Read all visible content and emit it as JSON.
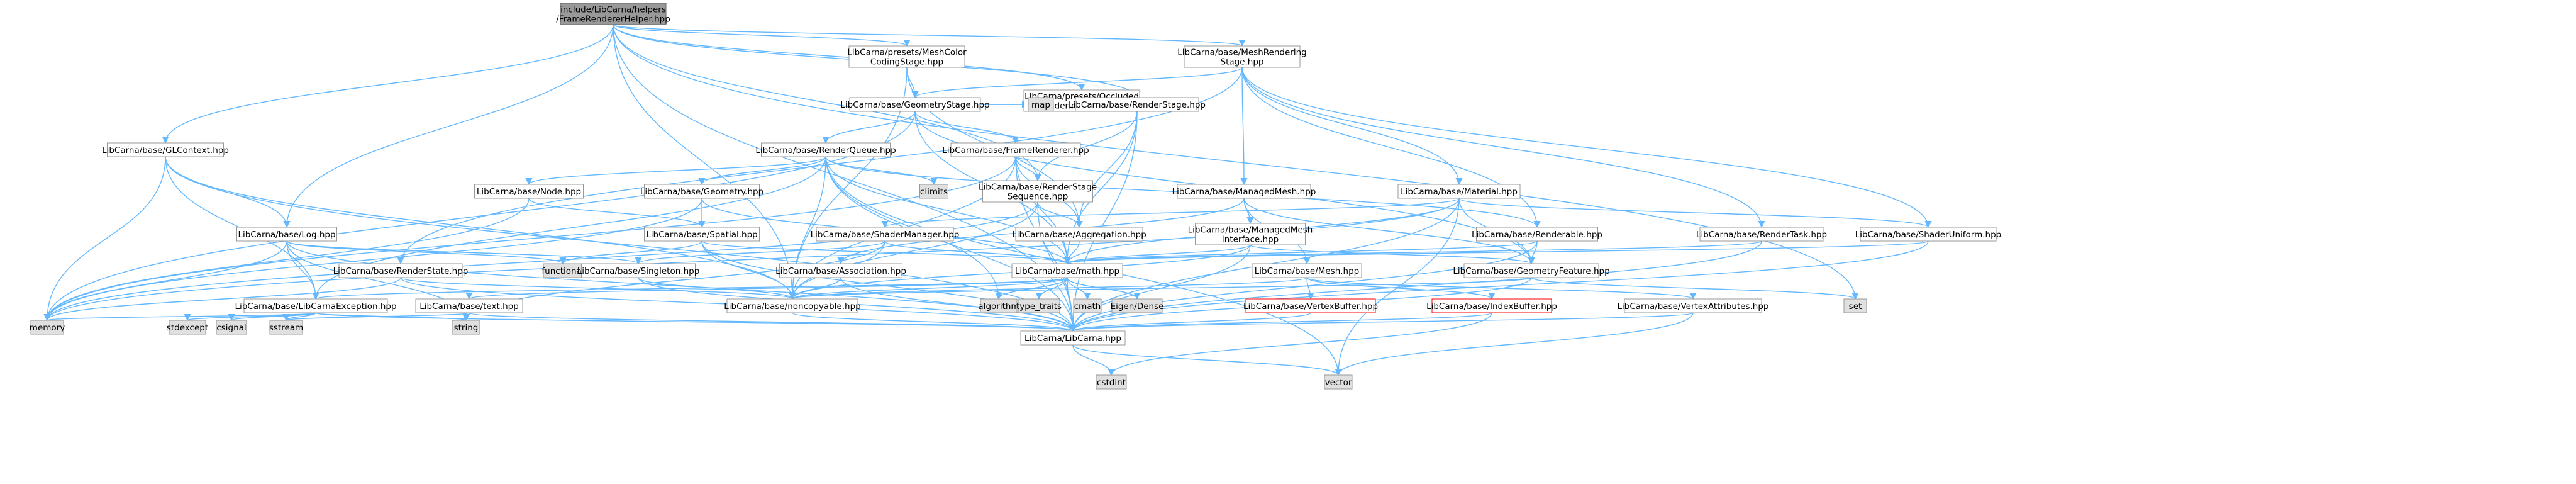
{
  "colors": {
    "edge": "#63b8ff",
    "box_border": "#999999",
    "root_fill": "#999999",
    "system_fill": "#e0e0e0",
    "red_border": "#ff0000"
  },
  "nodes": [
    {
      "id": "root",
      "kind": "root",
      "lines": [
        "include/LibCarna/helpers",
        "/FrameRendererHelper.hpp"
      ]
    },
    {
      "id": "presets_meshcolor",
      "kind": "inc",
      "lines": [
        "LibCarna/presets/MeshColor",
        "CodingStage.hpp"
      ]
    },
    {
      "id": "base_meshrendering",
      "kind": "inc",
      "lines": [
        "LibCarna/base/MeshRendering",
        "Stage.hpp"
      ]
    },
    {
      "id": "presets_occluded",
      "kind": "inc",
      "lines": [
        "LibCarna/presets/Occluded",
        "RenderingStage.hpp"
      ]
    },
    {
      "id": "geometrystage",
      "kind": "inc",
      "lines": [
        "LibCarna/base/GeometryStage.hpp"
      ]
    },
    {
      "id": "glcontext",
      "kind": "inc",
      "lines": [
        "LibCarna/base/GLContext.hpp"
      ]
    },
    {
      "id": "renderqueue",
      "kind": "inc",
      "lines": [
        "LibCarna/base/RenderQueue.hpp"
      ]
    },
    {
      "id": "framerenderer",
      "kind": "inc",
      "lines": [
        "LibCarna/base/FrameRenderer.hpp"
      ]
    },
    {
      "id": "renderstage",
      "kind": "inc",
      "lines": [
        "LibCarna/base/RenderStage.hpp"
      ]
    },
    {
      "id": "map",
      "kind": "sys",
      "lines": [
        "map"
      ]
    },
    {
      "id": "node",
      "kind": "inc",
      "lines": [
        "LibCarna/base/Node.hpp"
      ]
    },
    {
      "id": "geometry",
      "kind": "inc",
      "lines": [
        "LibCarna/base/Geometry.hpp"
      ]
    },
    {
      "id": "climits",
      "kind": "sys",
      "lines": [
        "climits"
      ]
    },
    {
      "id": "renderstageseq",
      "kind": "inc",
      "lines": [
        "LibCarna/base/RenderStage",
        "Sequence.hpp"
      ]
    },
    {
      "id": "managedmesh",
      "kind": "inc",
      "lines": [
        "LibCarna/base/ManagedMesh.hpp"
      ]
    },
    {
      "id": "material",
      "kind": "inc",
      "lines": [
        "LibCarna/base/Material.hpp"
      ]
    },
    {
      "id": "log",
      "kind": "inc",
      "lines": [
        "LibCarna/base/Log.hpp"
      ]
    },
    {
      "id": "spatial",
      "kind": "inc",
      "lines": [
        "LibCarna/base/Spatial.hpp"
      ]
    },
    {
      "id": "shadermanager",
      "kind": "inc",
      "lines": [
        "LibCarna/base/ShaderManager.hpp"
      ]
    },
    {
      "id": "aggregation",
      "kind": "inc",
      "lines": [
        "LibCarna/base/Aggregation.hpp"
      ]
    },
    {
      "id": "managedmeshiface",
      "kind": "inc",
      "lines": [
        "LibCarna/base/ManagedMesh",
        "Interface.hpp"
      ]
    },
    {
      "id": "renderable",
      "kind": "inc",
      "lines": [
        "LibCarna/base/Renderable.hpp"
      ]
    },
    {
      "id": "rendertask",
      "kind": "inc",
      "lines": [
        "LibCarna/base/RenderTask.hpp"
      ]
    },
    {
      "id": "shaderuniform",
      "kind": "inc",
      "lines": [
        "LibCarna/base/ShaderUniform.hpp"
      ]
    },
    {
      "id": "functional",
      "kind": "sys",
      "lines": [
        "functional"
      ]
    },
    {
      "id": "renderstate",
      "kind": "inc",
      "lines": [
        "LibCarna/base/RenderState.hpp"
      ]
    },
    {
      "id": "singleton",
      "kind": "inc",
      "lines": [
        "LibCarna/base/Singleton.hpp"
      ]
    },
    {
      "id": "association",
      "kind": "inc",
      "lines": [
        "LibCarna/base/Association.hpp"
      ]
    },
    {
      "id": "math",
      "kind": "inc",
      "lines": [
        "LibCarna/base/math.hpp"
      ]
    },
    {
      "id": "mesh",
      "kind": "inc",
      "lines": [
        "LibCarna/base/Mesh.hpp"
      ]
    },
    {
      "id": "geometryfeature",
      "kind": "inc",
      "lines": [
        "LibCarna/base/GeometryFeature.hpp"
      ]
    },
    {
      "id": "lcexception",
      "kind": "inc",
      "lines": [
        "LibCarna/base/LibCarnaException.hpp"
      ]
    },
    {
      "id": "text",
      "kind": "inc",
      "lines": [
        "LibCarna/base/text.hpp"
      ]
    },
    {
      "id": "noncopyable",
      "kind": "inc",
      "lines": [
        "LibCarna/base/noncopyable.hpp"
      ]
    },
    {
      "id": "algorithm",
      "kind": "sys",
      "lines": [
        "algorithm"
      ]
    },
    {
      "id": "type_traits",
      "kind": "sys",
      "lines": [
        "type_traits"
      ]
    },
    {
      "id": "cmath",
      "kind": "sys",
      "lines": [
        "cmath"
      ]
    },
    {
      "id": "eigen",
      "kind": "sys",
      "lines": [
        "Eigen/Dense"
      ]
    },
    {
      "id": "vertexbuffer",
      "kind": "red",
      "lines": [
        "LibCarna/base/VertexBuffer.hpp"
      ]
    },
    {
      "id": "indexbuffer",
      "kind": "red",
      "lines": [
        "LibCarna/base/IndexBuffer.hpp"
      ]
    },
    {
      "id": "vertexattributes",
      "kind": "inc",
      "lines": [
        "LibCarna/base/VertexAttributes.hpp"
      ]
    },
    {
      "id": "set",
      "kind": "sys",
      "lines": [
        "set"
      ]
    },
    {
      "id": "stdexcept",
      "kind": "sys",
      "lines": [
        "stdexcept"
      ]
    },
    {
      "id": "csignal",
      "kind": "sys",
      "lines": [
        "csignal"
      ]
    },
    {
      "id": "sstream",
      "kind": "sys",
      "lines": [
        "sstream"
      ]
    },
    {
      "id": "memory",
      "kind": "sys",
      "lines": [
        "memory"
      ]
    },
    {
      "id": "string",
      "kind": "sys",
      "lines": [
        "string"
      ]
    },
    {
      "id": "libcarna",
      "kind": "inc",
      "lines": [
        "LibCarna/LibCarna.hpp"
      ]
    },
    {
      "id": "cstdint",
      "kind": "sys",
      "lines": [
        "cstdint"
      ]
    },
    {
      "id": "vector",
      "kind": "sys",
      "lines": [
        "vector"
      ]
    }
  ],
  "edges": [
    [
      "root",
      "presets_meshcolor"
    ],
    [
      "root",
      "base_meshrendering"
    ],
    [
      "root",
      "presets_occluded"
    ],
    [
      "root",
      "renderstage"
    ],
    [
      "root",
      "glcontext"
    ],
    [
      "root",
      "log"
    ],
    [
      "root",
      "renderstageseq"
    ],
    [
      "root",
      "libcarna"
    ],
    [
      "root",
      "set"
    ],
    [
      "root",
      "noncopyable"
    ],
    [
      "presets_meshcolor",
      "geometrystage"
    ],
    [
      "presets_meshcolor",
      "aggregation"
    ],
    [
      "presets_meshcolor",
      "noncopyable"
    ],
    [
      "base_meshrendering",
      "geometrystage"
    ],
    [
      "base_meshrendering",
      "managedmesh"
    ],
    [
      "base_meshrendering",
      "material"
    ],
    [
      "base_meshrendering",
      "renderable"
    ],
    [
      "base_meshrendering",
      "rendertask"
    ],
    [
      "base_meshrendering",
      "shaderuniform"
    ],
    [
      "base_meshrendering",
      "renderstate"
    ],
    [
      "presets_occluded",
      "renderstage"
    ],
    [
      "geometrystage",
      "renderqueue"
    ],
    [
      "geometrystage",
      "framerenderer"
    ],
    [
      "geometrystage",
      "renderstage"
    ],
    [
      "geometrystage",
      "map"
    ],
    [
      "geometrystage",
      "math"
    ],
    [
      "geometrystage",
      "memory"
    ],
    [
      "geometrystage",
      "geometryfeature"
    ],
    [
      "glcontext",
      "log"
    ],
    [
      "glcontext",
      "lcexception"
    ],
    [
      "glcontext",
      "memory"
    ],
    [
      "glcontext",
      "noncopyable"
    ],
    [
      "glcontext",
      "libcarna"
    ],
    [
      "renderqueue",
      "node"
    ],
    [
      "renderqueue",
      "geometry"
    ],
    [
      "renderqueue",
      "climits"
    ],
    [
      "renderqueue",
      "math"
    ],
    [
      "renderqueue",
      "renderable"
    ],
    [
      "renderqueue",
      "lcexception"
    ],
    [
      "renderqueue",
      "noncopyable"
    ],
    [
      "renderqueue",
      "vector"
    ],
    [
      "renderqueue",
      "algorithm"
    ],
    [
      "renderqueue",
      "libcarna"
    ],
    [
      "framerenderer",
      "renderstageseq"
    ],
    [
      "framerenderer",
      "aggregation"
    ],
    [
      "framerenderer",
      "math"
    ],
    [
      "framerenderer",
      "libcarna"
    ],
    [
      "framerenderer",
      "noncopyable"
    ],
    [
      "framerenderer",
      "memory"
    ],
    [
      "renderstage",
      "renderstageseq"
    ],
    [
      "renderstage",
      "aggregation"
    ],
    [
      "renderstage",
      "math"
    ],
    [
      "renderstage",
      "libcarna"
    ],
    [
      "node",
      "spatial"
    ],
    [
      "node",
      "memory"
    ],
    [
      "geometry",
      "spatial"
    ],
    [
      "geometry",
      "memory"
    ],
    [
      "geometry",
      "math"
    ],
    [
      "renderstageseq",
      "aggregation"
    ],
    [
      "renderstageseq",
      "noncopyable"
    ],
    [
      "renderstageseq",
      "libcarna"
    ],
    [
      "renderstageseq",
      "memory"
    ],
    [
      "managedmesh",
      "managedmeshiface"
    ],
    [
      "managedmesh",
      "mesh"
    ],
    [
      "managedmesh",
      "geometryfeature"
    ],
    [
      "managedmesh",
      "association"
    ],
    [
      "material",
      "shadermanager"
    ],
    [
      "material",
      "shaderuniform"
    ],
    [
      "material",
      "geometryfeature"
    ],
    [
      "material",
      "math"
    ],
    [
      "material",
      "libcarna"
    ],
    [
      "material",
      "vector"
    ],
    [
      "material",
      "memory"
    ],
    [
      "log",
      "functional"
    ],
    [
      "log",
      "singleton"
    ],
    [
      "log",
      "lcexception"
    ],
    [
      "log",
      "memory"
    ],
    [
      "log",
      "string"
    ],
    [
      "log",
      "libcarna"
    ],
    [
      "spatial",
      "functional"
    ],
    [
      "spatial",
      "math"
    ],
    [
      "spatial",
      "noncopyable"
    ],
    [
      "spatial",
      "libcarna"
    ],
    [
      "shadermanager",
      "singleton"
    ],
    [
      "shadermanager",
      "noncopyable"
    ],
    [
      "shadermanager",
      "string"
    ],
    [
      "shadermanager",
      "math"
    ],
    [
      "aggregation",
      "math"
    ],
    [
      "managedmeshiface",
      "geometryfeature"
    ],
    [
      "managedmeshiface",
      "math"
    ],
    [
      "managedmeshiface",
      "noncopyable"
    ],
    [
      "managedmeshiface",
      "libcarna"
    ],
    [
      "renderable",
      "geometryfeature"
    ],
    [
      "renderable",
      "math"
    ],
    [
      "renderable",
      "libcarna"
    ],
    [
      "rendertask",
      "math"
    ],
    [
      "rendertask",
      "libcarna"
    ],
    [
      "shaderuniform",
      "libcarna"
    ],
    [
      "shaderuniform",
      "math"
    ],
    [
      "renderstate",
      "noncopyable"
    ],
    [
      "renderstate",
      "memory"
    ],
    [
      "renderstate",
      "libcarna"
    ],
    [
      "singleton",
      "noncopyable"
    ],
    [
      "singleton",
      "libcarna"
    ],
    [
      "association",
      "noncopyable"
    ],
    [
      "association",
      "libcarna"
    ],
    [
      "math",
      "algorithm"
    ],
    [
      "math",
      "type_traits"
    ],
    [
      "math",
      "cmath"
    ],
    [
      "math",
      "eigen"
    ],
    [
      "math",
      "libcarna"
    ],
    [
      "math",
      "noncopyable"
    ],
    [
      "math",
      "text"
    ],
    [
      "math",
      "lcexception"
    ],
    [
      "mesh",
      "vertexbuffer"
    ],
    [
      "mesh",
      "indexbuffer"
    ],
    [
      "mesh",
      "vertexattributes"
    ],
    [
      "mesh",
      "noncopyable"
    ],
    [
      "geometryfeature",
      "noncopyable"
    ],
    [
      "geometryfeature",
      "set"
    ],
    [
      "geometryfeature",
      "libcarna"
    ],
    [
      "lcexception",
      "stdexcept"
    ],
    [
      "lcexception",
      "csignal"
    ],
    [
      "lcexception",
      "sstream"
    ],
    [
      "lcexception",
      "memory"
    ],
    [
      "lcexception",
      "string"
    ],
    [
      "lcexception",
      "libcarna"
    ],
    [
      "text",
      "string"
    ],
    [
      "text",
      "sstream"
    ],
    [
      "text",
      "libcarna"
    ],
    [
      "noncopyable",
      "libcarna"
    ],
    [
      "vertexbuffer",
      "libcarna"
    ],
    [
      "indexbuffer",
      "libcarna"
    ],
    [
      "indexbuffer",
      "cstdint"
    ],
    [
      "vertexattributes",
      "libcarna"
    ],
    [
      "vertexattributes",
      "vector"
    ],
    [
      "libcarna",
      "cstdint"
    ],
    [
      "libcarna",
      "vector"
    ]
  ]
}
